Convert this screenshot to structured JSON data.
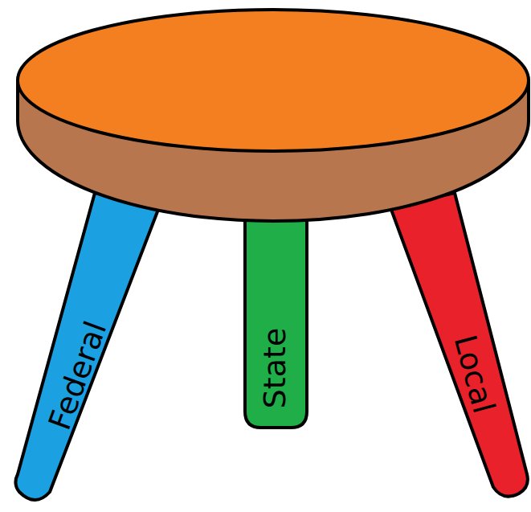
{
  "diagram": {
    "nodes": [
      {
        "text": [
          "Federal"
        ]
      },
      {
        "text": [
          "State"
        ]
      },
      {
        "text": [
          "Local"
        ]
      }
    ]
  }
}
